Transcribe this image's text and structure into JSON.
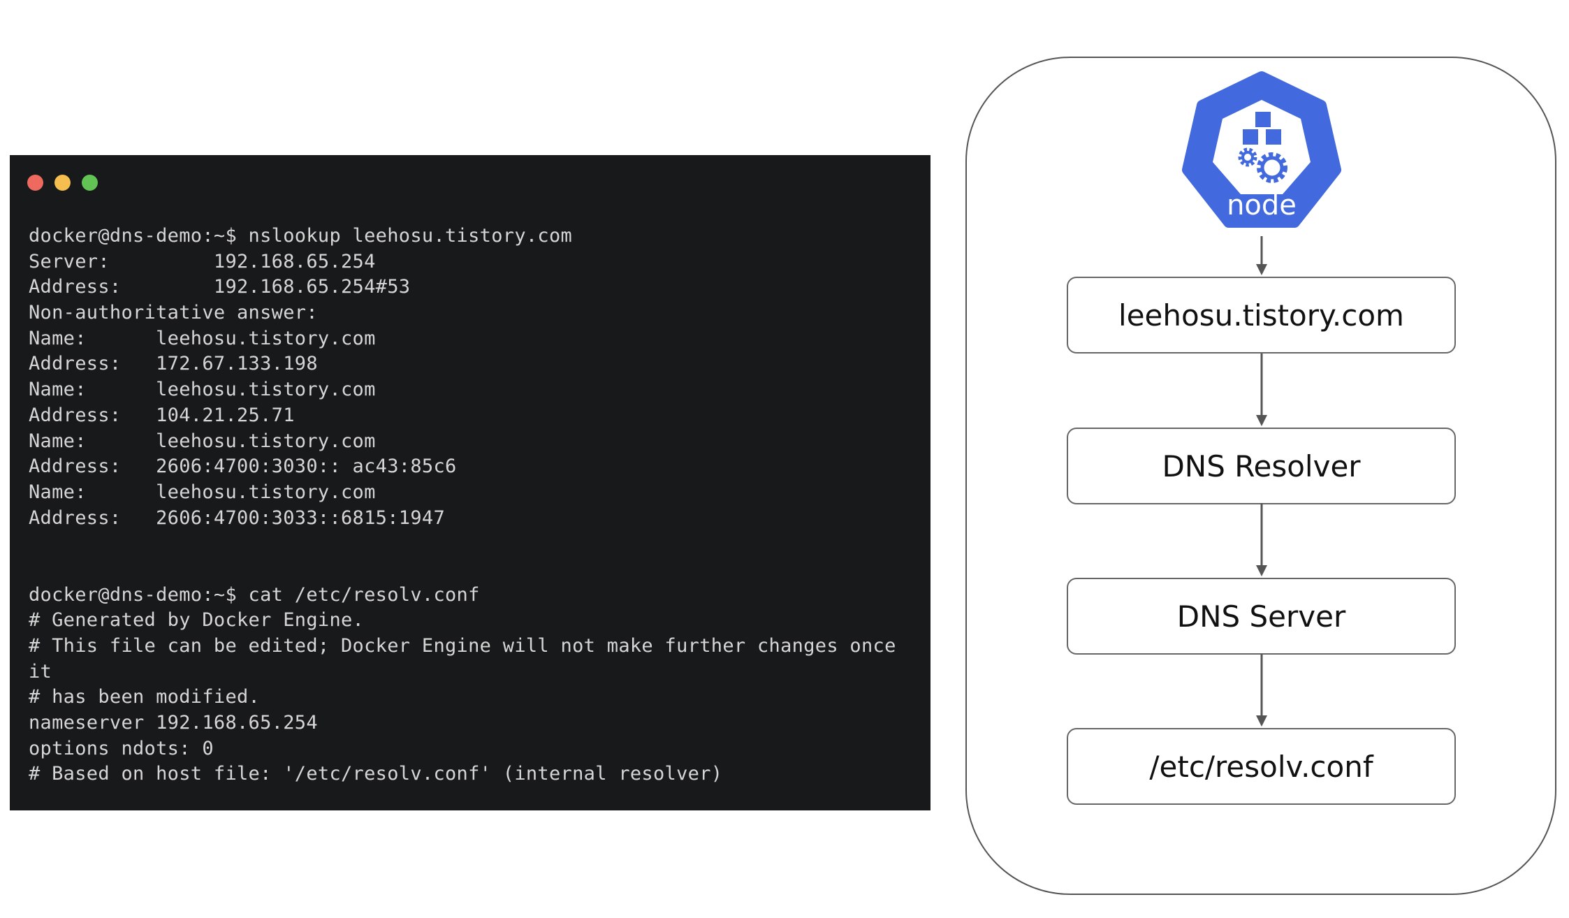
{
  "terminal": {
    "window_dots": {
      "close": "#ee6a5f",
      "minimize": "#f5be4f",
      "maximize": "#61c454"
    },
    "lines": [
      "docker@dns-demo:~$ nslookup leehosu.tistory.com",
      "Server:         192.168.65.254",
      "Address:        192.168.65.254#53",
      "Non-authoritative answer:",
      "Name:      leehosu.tistory.com",
      "Address:   172.67.133.198",
      "Name:      leehosu.tistory.com",
      "Address:   104.21.25.71",
      "Name:      leehosu.tistory.com",
      "Address:   2606:4700:3030:: ac43:85c6",
      "Name:      leehosu.tistory.com",
      "Address:   2606:4700:3033::6815:1947",
      "",
      "",
      "docker@dns-demo:~$ cat /etc/resolv.conf",
      "# Generated by Docker Engine.",
      "# This file can be edited; Docker Engine will not make further changes once",
      "it",
      "# has been modified.",
      "nameserver 192.168.65.254",
      "options ndots: 0",
      "# Based on host file: '/etc/resolv.conf' (internal resolver)"
    ]
  },
  "diagram": {
    "node_label": "node",
    "node_color": "#426ade",
    "boxes": [
      "leehosu.tistory.com",
      "DNS Resolver",
      "DNS Server",
      "/etc/resolv.conf"
    ]
  }
}
